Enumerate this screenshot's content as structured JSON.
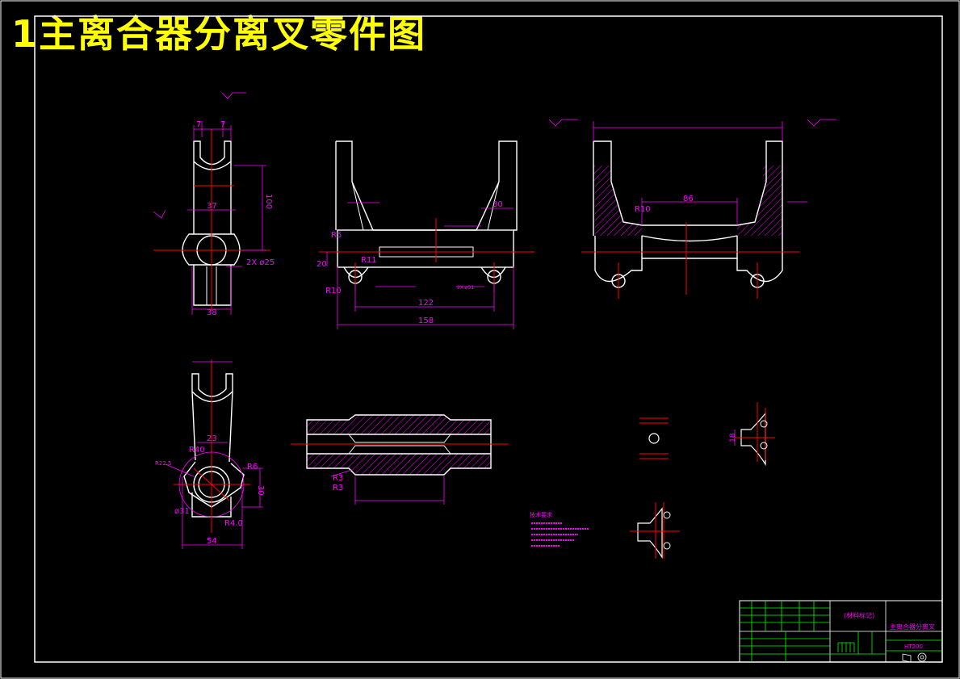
{
  "title": "1主离合器分离叉零件图",
  "colors": {
    "background": "#000000",
    "outline": "#ffffff",
    "dimension": "#ff00ff",
    "centerline": "#ff0000",
    "title": "#ffff00",
    "title_block": "#00ff00"
  },
  "dimensions": {
    "side_view": [
      "7",
      "7",
      "37",
      "100",
      "2X ø25",
      "38"
    ],
    "front_view": [
      "R5",
      "R11",
      "20",
      "R10",
      "30",
      "122",
      "158",
      "2X ø31"
    ],
    "top_view": [
      "R10",
      "86"
    ],
    "lower_view": [
      "23",
      "R40",
      "R22.5",
      "R6",
      "ø31",
      "R4.0",
      "30",
      "54"
    ],
    "section_view": [
      "R3",
      "R3"
    ],
    "detail_view": [
      "18"
    ]
  },
  "tech_notes": "技术要求",
  "title_block": {
    "material": "(材料标记)",
    "part_name": "主离合器分离叉",
    "material_code": "HT200"
  }
}
